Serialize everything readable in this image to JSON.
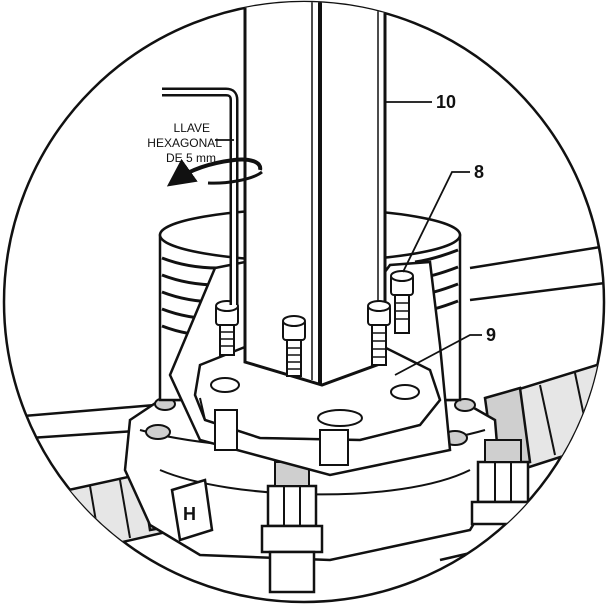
{
  "labels": {
    "tool_line1": "LLAVE",
    "tool_line2": "HEXAGONAL",
    "tool_line3": "DE 5 mm",
    "part_10": "10",
    "part_8": "8",
    "part_9": "9",
    "port_h": "H"
  },
  "colors": {
    "ink": "#111111",
    "paper": "#ffffff",
    "hatch": "#bdbdbd",
    "shade": "#e6e6e6",
    "metal": "#cfcfcf"
  },
  "icons": {
    "rotation": "rotate-arrow-icon"
  }
}
